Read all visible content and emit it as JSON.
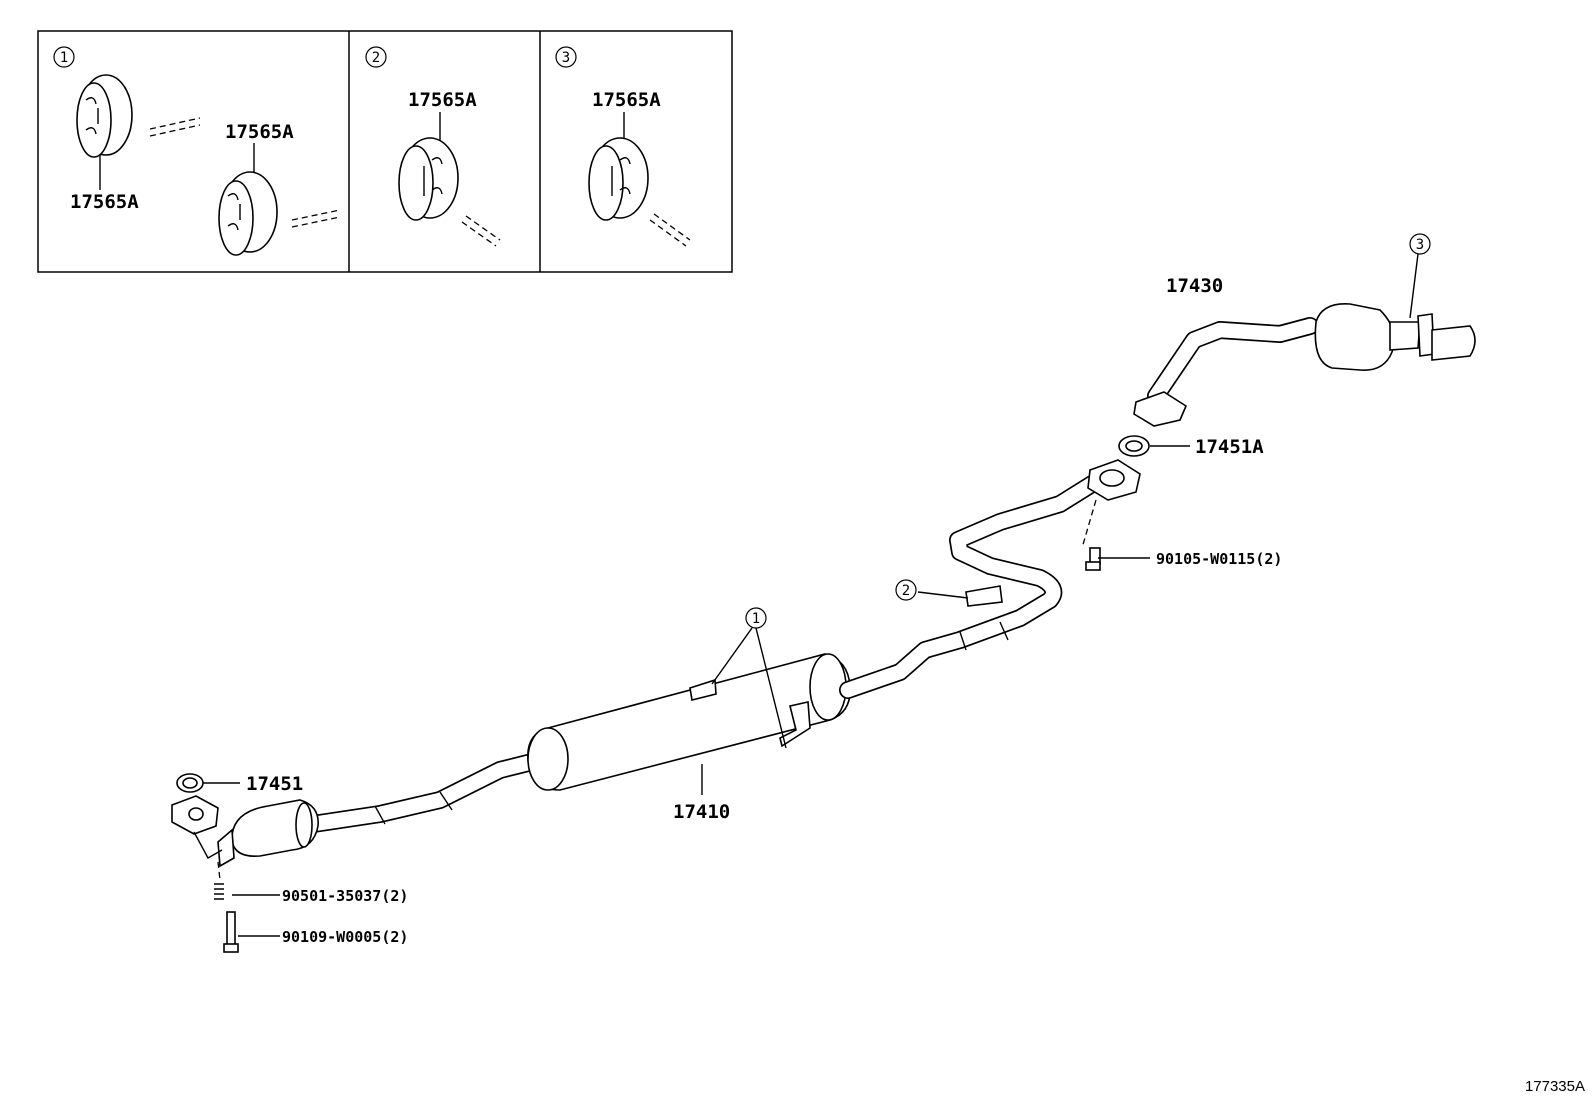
{
  "diagram": {
    "parts": {
      "muffler_assy": "17410",
      "tail_pipe_assy": "17430",
      "gasket_front": "17451",
      "gasket_rear": "17451A",
      "support_cushion": "17565A",
      "bolt_front": "90109-W0005(2)",
      "spring_front": "90501-35037(2)",
      "bolt_rear": "90105-W0115(2)"
    },
    "callouts": [
      "1",
      "2",
      "3"
    ],
    "insets": [
      {
        "callout": "1",
        "labels": [
          "17565A",
          "17565A"
        ]
      },
      {
        "callout": "2",
        "labels": [
          "17565A"
        ]
      },
      {
        "callout": "3",
        "labels": [
          "17565A"
        ]
      }
    ],
    "illustration_code": "177335A"
  }
}
